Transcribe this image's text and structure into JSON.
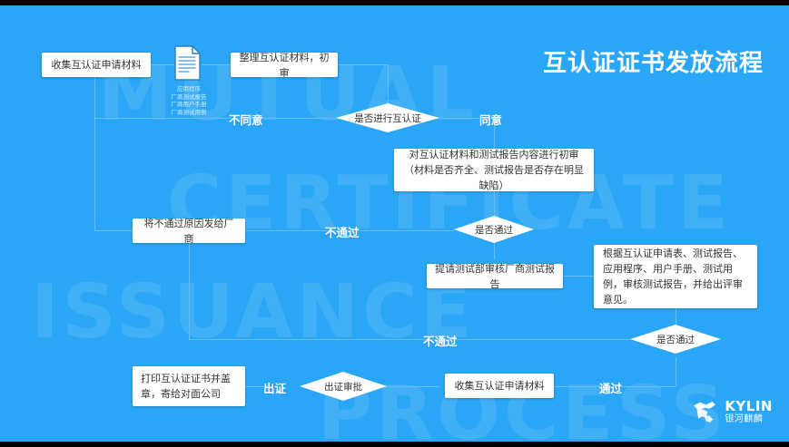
{
  "page": {
    "title": "互认证证书发放流程",
    "background_color": "#2aa6f6",
    "line_color": "#66bdf7",
    "box_color": "#ffffff",
    "text_color": "#333333"
  },
  "watermarks": [
    {
      "text": "MUTUAL"
    },
    {
      "text": "CERTIFICATE"
    },
    {
      "text": "ISSUANCE"
    },
    {
      "text": "PROCESS"
    }
  ],
  "document_icon": {
    "name": "document-icon",
    "caption": "应用程序\n厂商测试报告\n厂商用户手册\n厂商测试用例"
  },
  "nodes": {
    "collect_materials_top": {
      "label": "收集互认证申请材料",
      "type": "process"
    },
    "organize_materials": {
      "label": "整理互认证材料，初审",
      "type": "process"
    },
    "decide_mutual_cert": {
      "label": "是否进行互认证",
      "type": "decision"
    },
    "preliminary_review": {
      "label": "对互认证材料和测试报告内容进行初审\n（材料是否齐全、测试报告是否存在明显缺陷）",
      "type": "process"
    },
    "send_fail_reason": {
      "label": "将不通过原因发给厂商",
      "type": "process"
    },
    "decide_pass_first": {
      "label": "是否通过",
      "type": "decision"
    },
    "request_test_dept": {
      "label": "提请测试部审核厂商测试报告",
      "type": "process"
    },
    "review_note": {
      "label": "根据互认证申请表、测试报告、应用程序、用户手册、测试用例，审核测试报告，并给出评审意见。",
      "type": "note"
    },
    "decide_pass_second": {
      "label": "是否通过",
      "type": "decision"
    },
    "collect_materials_bottom": {
      "label": "收集互认证申请材料",
      "type": "process"
    },
    "issue_approval": {
      "label": "出证审批",
      "type": "decision"
    },
    "print_certificate": {
      "label": "打印互认证证书并盖章，寄给对面公司",
      "type": "process"
    }
  },
  "edge_labels": {
    "disagree": "不同意",
    "agree": "同意",
    "fail_first": "不通过",
    "fail_second": "不通过",
    "pass": "通过",
    "issue": "出证"
  },
  "logo": {
    "mark": "kylin-logo-icon",
    "english": "KYLIN",
    "chinese": "银河麒麟"
  }
}
